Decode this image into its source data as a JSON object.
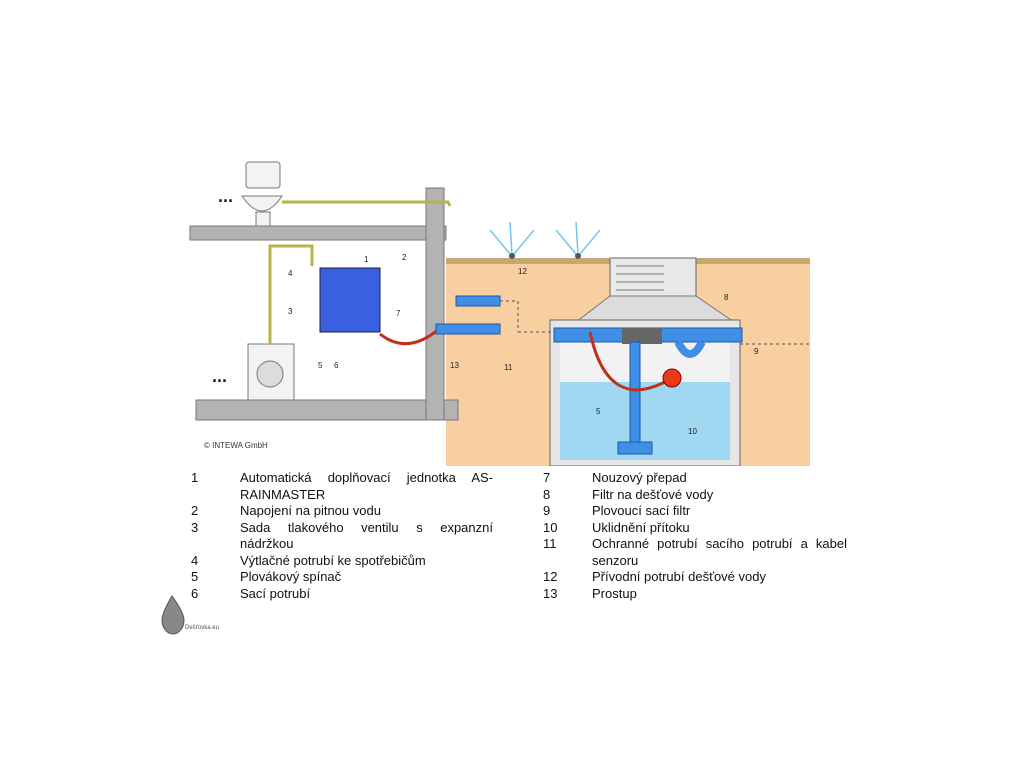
{
  "diagram": {
    "copyright": "INTEWA GmbH",
    "callouts": [
      "1",
      "2",
      "3",
      "4",
      "5",
      "6",
      "7",
      "8",
      "9",
      "10",
      "11",
      "12",
      "13"
    ],
    "ellipsis": "...",
    "colors": {
      "ground": "#f7cfa0",
      "grass": "#c9a870",
      "water": "#9fd8f0",
      "pipe_blue": "#3f8fe6",
      "wall": "#b3b3b3",
      "hose_red": "#c0301c",
      "float_red": "#e83a1a",
      "pump_blue": "#2d4fd8"
    }
  },
  "legend_left": [
    {
      "num": "1",
      "text": "Automatická doplňovací jednotka AS-RAINMASTER"
    },
    {
      "num": "2",
      "text": "Napojení na pitnou vodu"
    },
    {
      "num": "3",
      "text": "Sada tlakového ventilu s expanzní nádržkou"
    },
    {
      "num": "4",
      "text": "Výtlačné potrubí ke spotřebičům"
    },
    {
      "num": "5",
      "text": "Plovákový spínač"
    },
    {
      "num": "6",
      "text": "Sací potrubí"
    }
  ],
  "legend_right": [
    {
      "num": "7",
      "text": "Nouzový přepad"
    },
    {
      "num": "8",
      "text": "Filtr na dešťové vody"
    },
    {
      "num": "9",
      "text": "Plovoucí sací filtr"
    },
    {
      "num": "10",
      "text": "Uklidnění přítoku"
    },
    {
      "num": "11",
      "text": "Ochranné potrubí sacího potrubí a kabel senzoru"
    },
    {
      "num": "12",
      "text": "Přívodní potrubí dešťové vody"
    },
    {
      "num": "13",
      "text": "Prostup"
    }
  ],
  "watermark": {
    "text": "Dešťovka.eu",
    "icon": "water-drop-icon"
  }
}
